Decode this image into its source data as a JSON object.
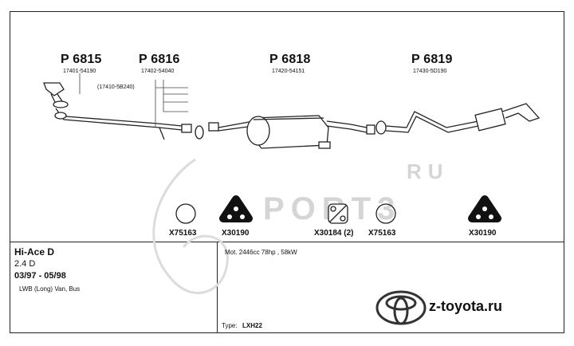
{
  "parts": {
    "p6815": {
      "code": "P 6815",
      "num": "17401-54190",
      "alt": "(17410-5B240)"
    },
    "p6816": {
      "code": "P 6816",
      "num": "17402-54040"
    },
    "p6818": {
      "code": "P 6818",
      "num": "17420-54151"
    },
    "p6819": {
      "code": "P 6819",
      "num": "17430-5D190"
    }
  },
  "mounts": {
    "m1": "X75163",
    "m2": "X30190",
    "m3": "X30184 (2)",
    "m4": "X75163",
    "m5": "X30190"
  },
  "vehicle": {
    "model": "Hi-Ace D",
    "engine": "2.4 D",
    "years": "03/97 - 05/98",
    "body": "LWB (Long) Van, Bus"
  },
  "motor": "Mot. 2446cc 78hp , 58kW",
  "type": {
    "label": "Type:",
    "value": "LXH22"
  },
  "watermark": {
    "left": "RU",
    "main": "PORT3"
  },
  "brand": {
    "site": "z-toyota.ru"
  }
}
